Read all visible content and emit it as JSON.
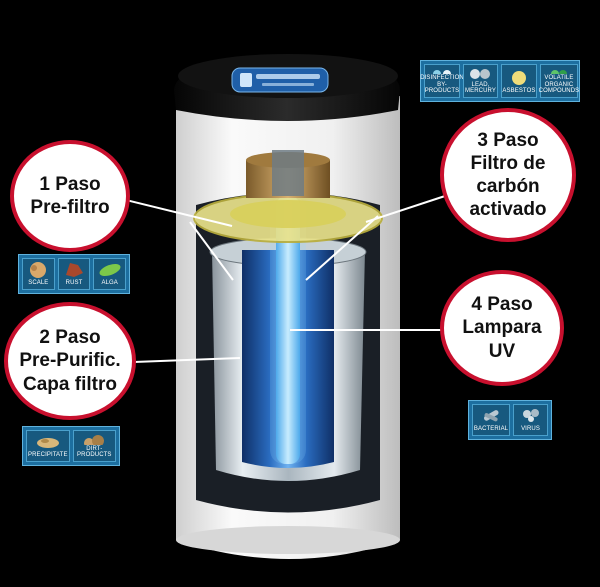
{
  "colors": {
    "background": "#000000",
    "bubble_border": "#c8102e",
    "badge_panel": "#1d6fa0",
    "cartridge_blue": "#1f5fa8",
    "uv_glow": "#8fd6ff",
    "housing": "#f2f2f2",
    "lid": "#1a1a1a"
  },
  "steps": [
    {
      "label": "1 Paso\nPre-filtro"
    },
    {
      "label": "2 Paso\nPre-Purific.\nCapa filtro"
    },
    {
      "label": "3 Paso\nFiltro de\ncarbón\nactivado"
    },
    {
      "label": "4  Paso\nLampara\nUV"
    }
  ],
  "badge_groups": [
    {
      "items": [
        {
          "label": "SCALE",
          "icon": "scale-icon"
        },
        {
          "label": "RUST",
          "icon": "rust-icon"
        },
        {
          "label": "ALGA",
          "icon": "alga-icon"
        }
      ]
    },
    {
      "items": [
        {
          "label": "PRECIPITATE",
          "icon": "precipitate-icon"
        },
        {
          "label": "DIRT-PRODUCTS",
          "icon": "dirt-icon"
        }
      ]
    },
    {
      "items": [
        {
          "label": "DISINFECTION\nBY-PRODUCTS",
          "icon": "disinfection-icon"
        },
        {
          "label": "LEAD, MERCURY",
          "icon": "lead-mercury-icon"
        },
        {
          "label": "ASBESTOS",
          "icon": "asbestos-icon"
        },
        {
          "label": "VOLATILE ORGANIC\nCOMPOUNDS",
          "icon": "voc-icon"
        }
      ]
    },
    {
      "items": [
        {
          "label": "BACTERIAL",
          "icon": "bacteria-icon"
        },
        {
          "label": "VIRUS",
          "icon": "virus-icon"
        }
      ]
    }
  ]
}
